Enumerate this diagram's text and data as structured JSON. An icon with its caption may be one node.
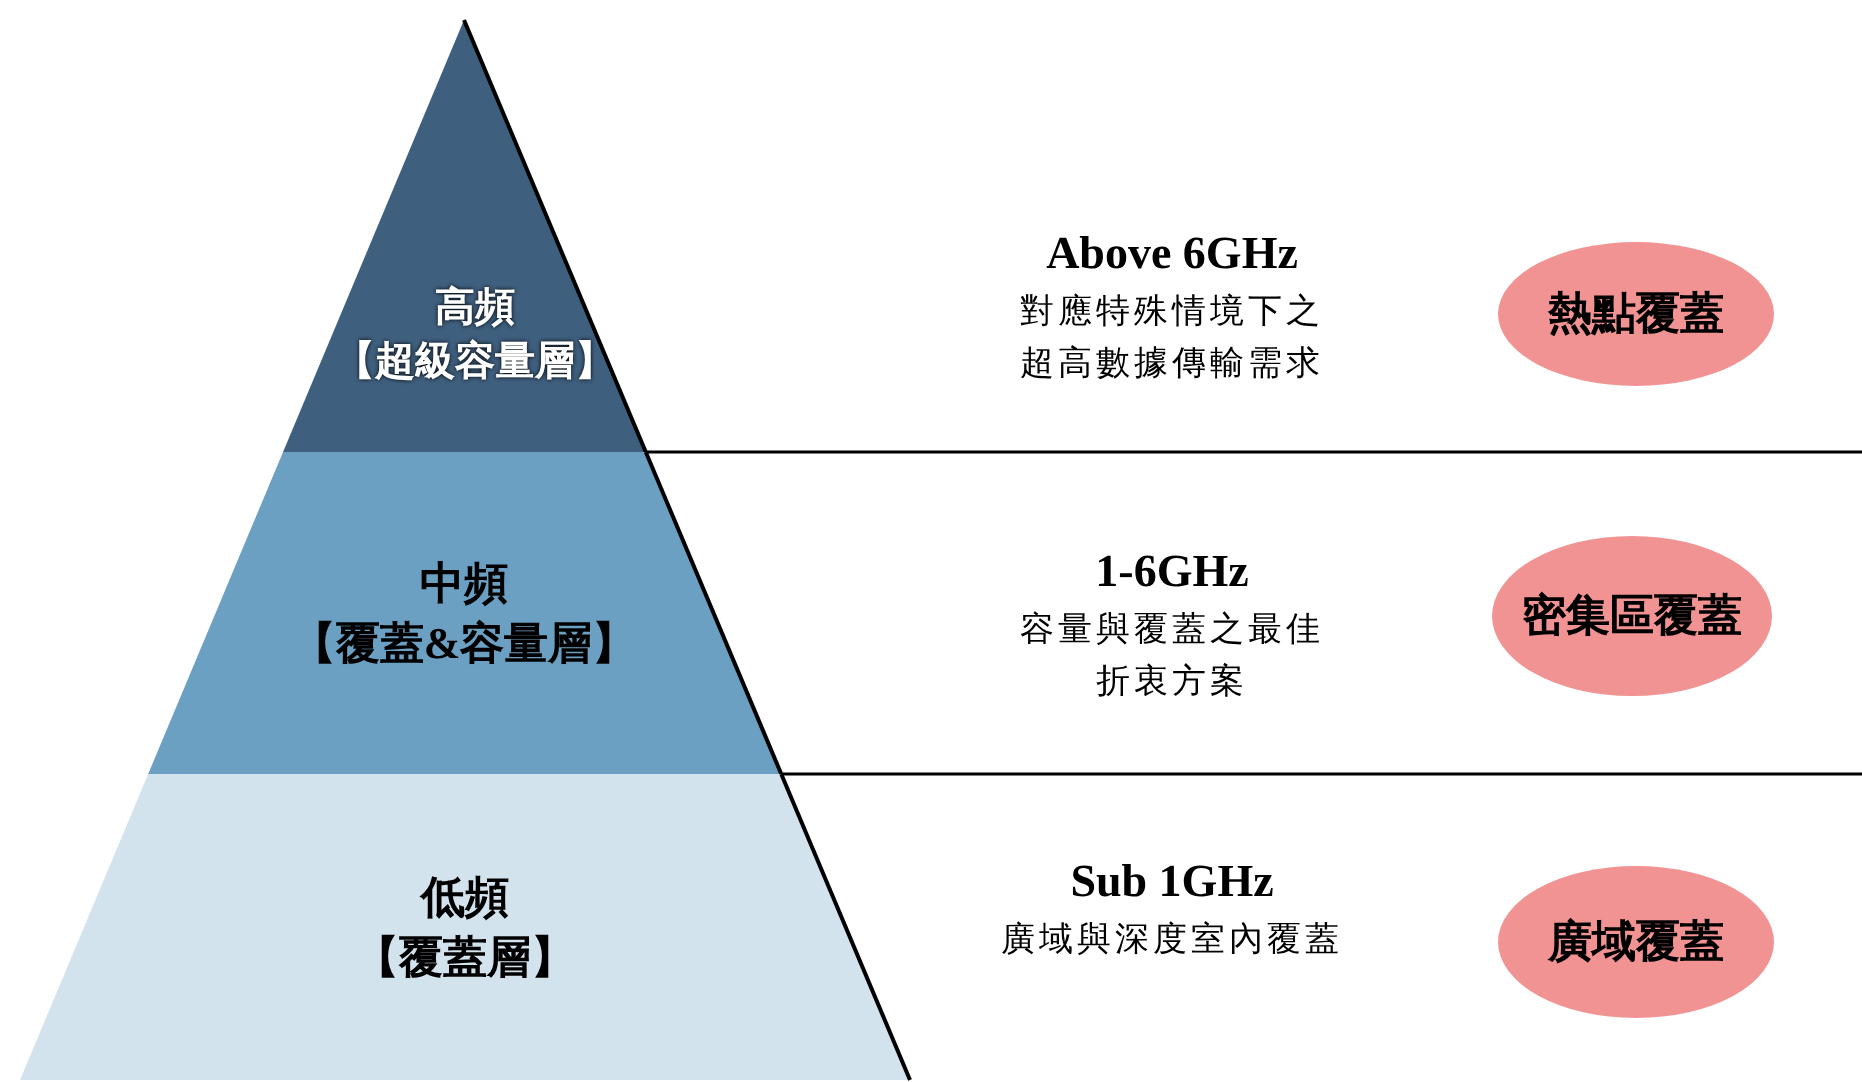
{
  "diagram": {
    "nodes": [
      {
        "text": [
          "高頻",
          "【超級容量層】"
        ]
      },
      {
        "text": [
          "中頻",
          "【覆蓋&容量層】"
        ]
      },
      {
        "text": [
          "低頻",
          "【覆蓋層】"
        ]
      },
      {
        "text": [
          "熱點覆蓋"
        ]
      },
      {
        "text": [
          "密集區覆蓋"
        ]
      },
      {
        "text": [
          "廣域覆蓋"
        ]
      }
    ],
    "labels": [
      "Above 6GHz",
      "對應特殊情境下之超高數據傳輸需求",
      "1-6GHz",
      "容量與覆蓋之最佳折衷方案",
      "Sub 1GHz",
      "廣域與深度室內覆蓋"
    ]
  }
}
